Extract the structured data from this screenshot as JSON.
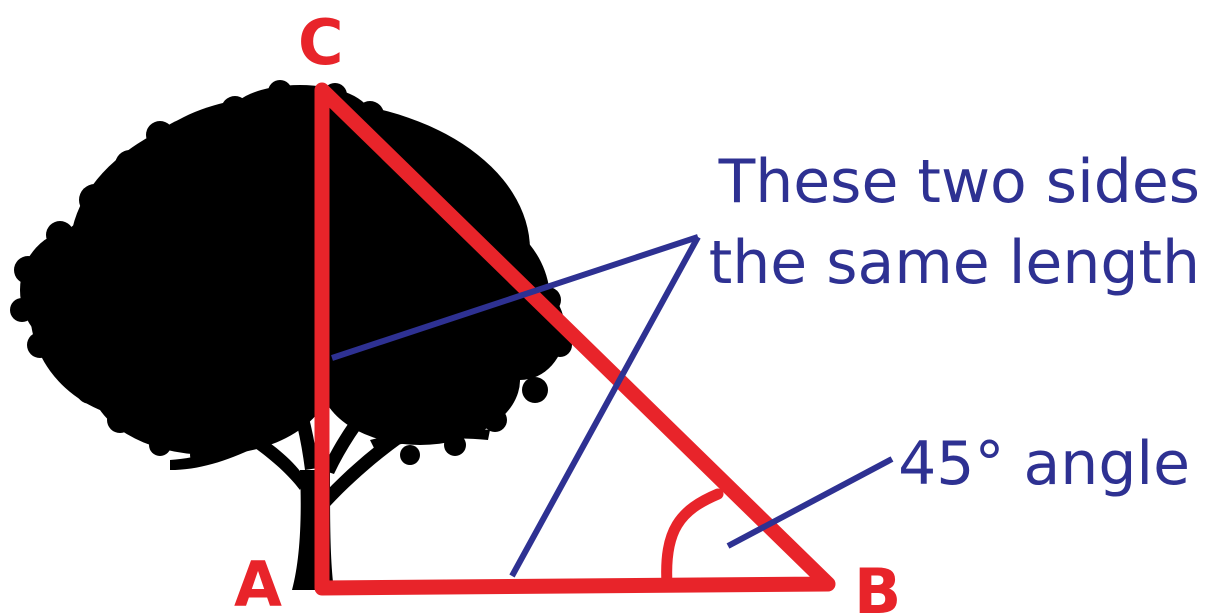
{
  "vertices": {
    "a": "A",
    "b": "B",
    "c": "C"
  },
  "annotations": {
    "sides_line1": "These two sides",
    "sides_line2": "the same length",
    "angle": "45° angle"
  },
  "colors": {
    "triangle": "#e8242a",
    "annotation": "#2e3192",
    "tree": "#000000",
    "background": "#ffffff"
  },
  "icons": {
    "tree": "tree-silhouette-icon"
  }
}
